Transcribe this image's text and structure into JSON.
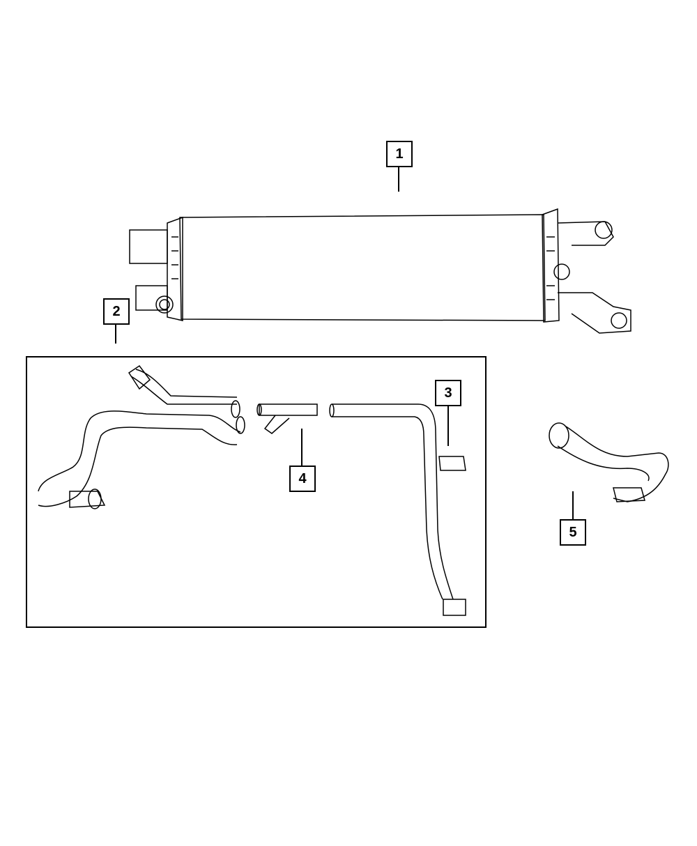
{
  "callouts": [
    {
      "label": "1",
      "part": "radiator"
    },
    {
      "label": "2",
      "part": "hose-kit"
    },
    {
      "label": "3",
      "part": "sensor"
    },
    {
      "label": "4",
      "part": "y-connector"
    },
    {
      "label": "5",
      "part": "hose"
    }
  ]
}
